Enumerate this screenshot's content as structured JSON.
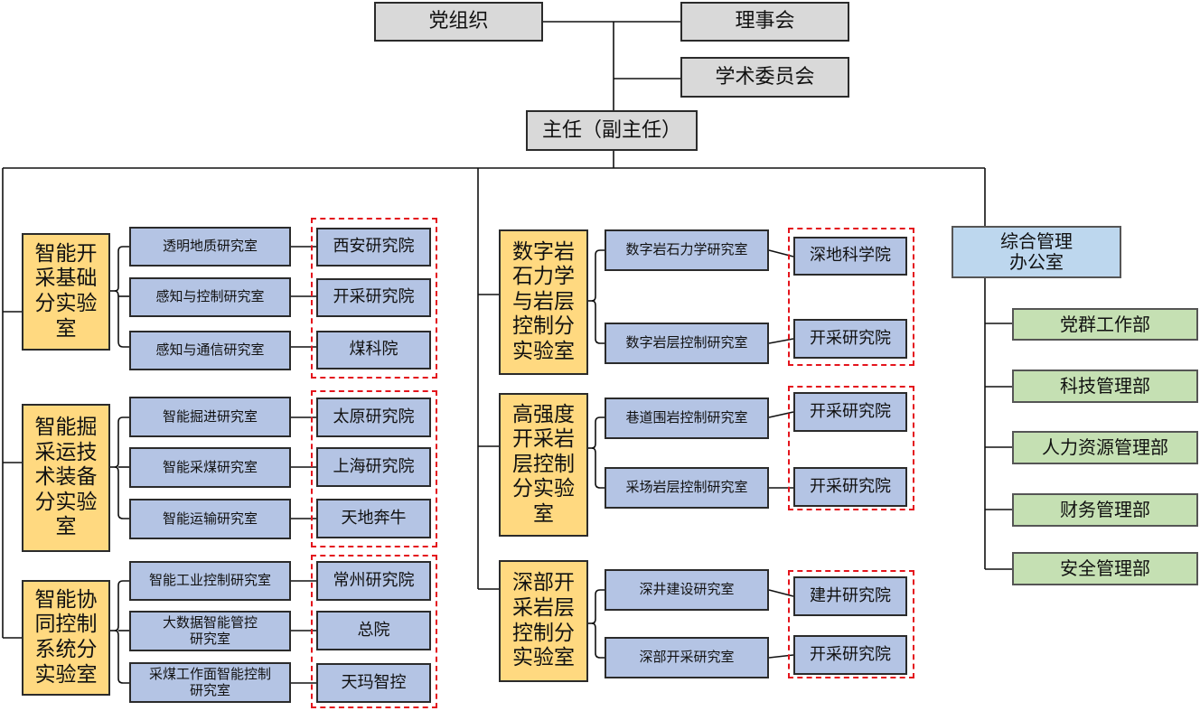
{
  "top": {
    "party": "党组织",
    "council": "理事会",
    "academic": "学术委员会",
    "director": "主任（副主任）"
  },
  "left_labs": [
    {
      "name": "智能开\n采基础\n分实验\n室",
      "rooms": [
        "透明地质研究室",
        "感知与控制研究室",
        "感知与通信研究室"
      ],
      "institutes": [
        "西安研究院",
        "开采研究院",
        "煤科院"
      ]
    },
    {
      "name": "智能掘\n采运技\n术装备\n分实验\n室",
      "rooms": [
        "智能掘进研究室",
        "智能采煤研究室",
        "智能运输研究室"
      ],
      "institutes": [
        "太原研究院",
        "上海研究院",
        "天地奔牛"
      ]
    },
    {
      "name": "智能协\n同控制\n系统分\n实验室",
      "rooms": [
        "智能工业控制研究室",
        "大数据智能管控\n研究室",
        "采煤工作面智能控制\n研究室"
      ],
      "institutes": [
        "常州研究院",
        "总院",
        "天玛智控"
      ]
    }
  ],
  "middle_labs": [
    {
      "name": "数字岩\n石力学\n与岩层\n控制分\n实验室",
      "rooms": [
        "数字岩石力学研究室",
        "数字岩层控制研究室"
      ],
      "institutes": [
        "深地科学院",
        "开采研究院"
      ]
    },
    {
      "name": "高强度\n开采岩\n层控制\n分实验\n室",
      "rooms": [
        "巷道围岩控制研究室",
        "采场岩层控制研究室"
      ],
      "institutes": [
        "开采研究院",
        "开采研究院"
      ]
    },
    {
      "name": "深部开\n采岩层\n控制分\n实验室",
      "rooms": [
        "深井建设研究室",
        "深部开采研究室"
      ],
      "institutes": [
        "建井研究院",
        "开采研究院"
      ]
    }
  ],
  "admin": {
    "name": "综合管理\n办公室",
    "departments": [
      "党群工作部",
      "科技管理部",
      "人力资源管理部",
      "财务管理部",
      "安全管理部"
    ]
  },
  "colors": {
    "gray": "#d9d9d9",
    "yellow": "#ffd980",
    "blue": "#b4c4e4",
    "light_blue": "#bdd7ee",
    "green": "#c5e0b3",
    "dash_red": "#e4141c"
  }
}
